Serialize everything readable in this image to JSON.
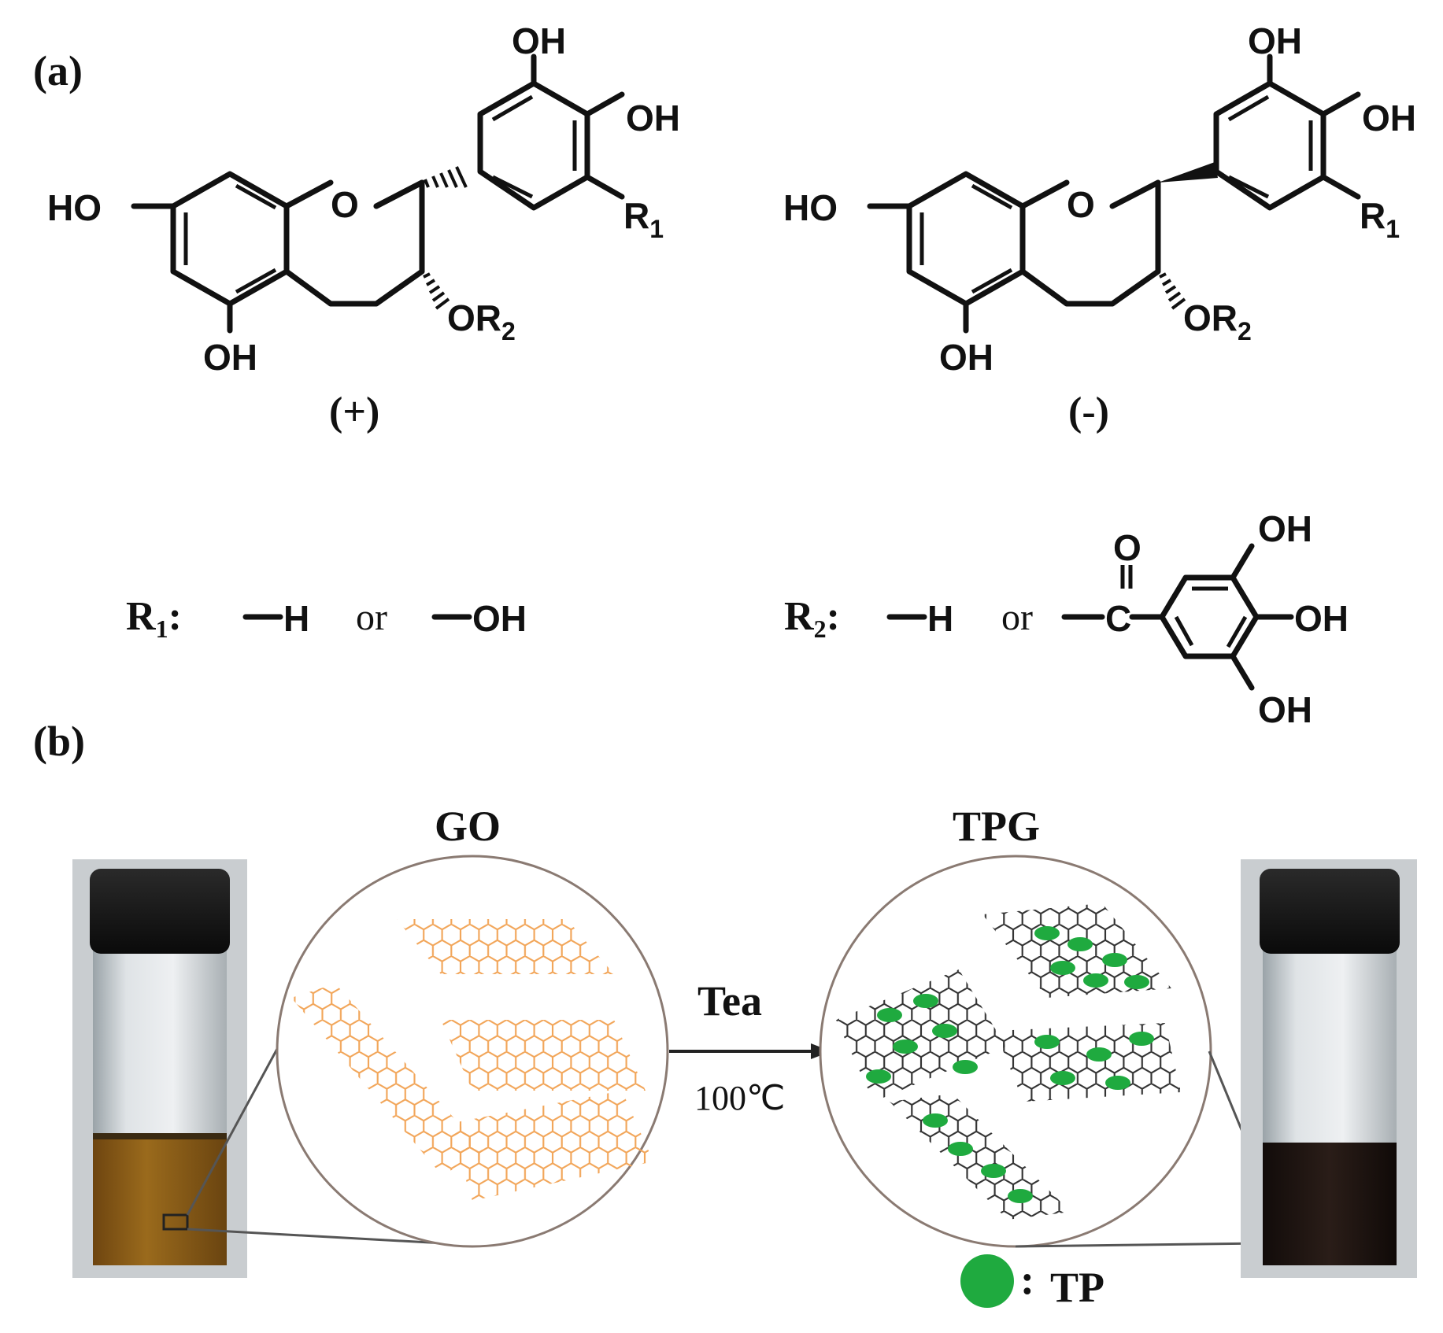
{
  "panel_a": {
    "label": "(a)",
    "molecule_plus": {
      "stereo_label": "(+)",
      "groups": {
        "oh_top": "OH",
        "oh_right": "OH",
        "ho_left": "HO",
        "oh_bottom": "OH",
        "ring_o": "O",
        "r1": "R",
        "r1_sub": "1",
        "or2": "OR",
        "or2_sub": "2"
      }
    },
    "molecule_minus": {
      "stereo_label": "(-)",
      "groups": {
        "oh_top": "OH",
        "oh_right": "OH",
        "ho_left": "HO",
        "oh_bottom": "OH",
        "ring_o": "O",
        "r1": "R",
        "r1_sub": "1",
        "or2": "OR",
        "or2_sub": "2"
      }
    },
    "r1_def": {
      "symbol": "R",
      "sub": "1",
      "colon": ":",
      "option1": "H",
      "or": "or",
      "option2": "OH"
    },
    "r2_def": {
      "symbol": "R",
      "sub": "2",
      "colon": ":",
      "option1": "H",
      "or": "or",
      "carbon": "C",
      "carbonyl_o": "O",
      "oh_top": "OH",
      "oh_mid": "OH",
      "oh_bottom": "OH"
    }
  },
  "panel_b": {
    "label": "(b)",
    "go_title": "GO",
    "tpg_title": "TPG",
    "reagent": "Tea",
    "condition": "100℃",
    "legend_label": "TP",
    "legend_colon": ":",
    "colors": {
      "go_sheet": "#f2a65a",
      "tpg_sheet": "#333333",
      "tp_dot": "#1faa3f",
      "go_liquid": "#8a5a12",
      "tpg_liquid": "#1c1411",
      "vial_cap": "#151515"
    }
  }
}
